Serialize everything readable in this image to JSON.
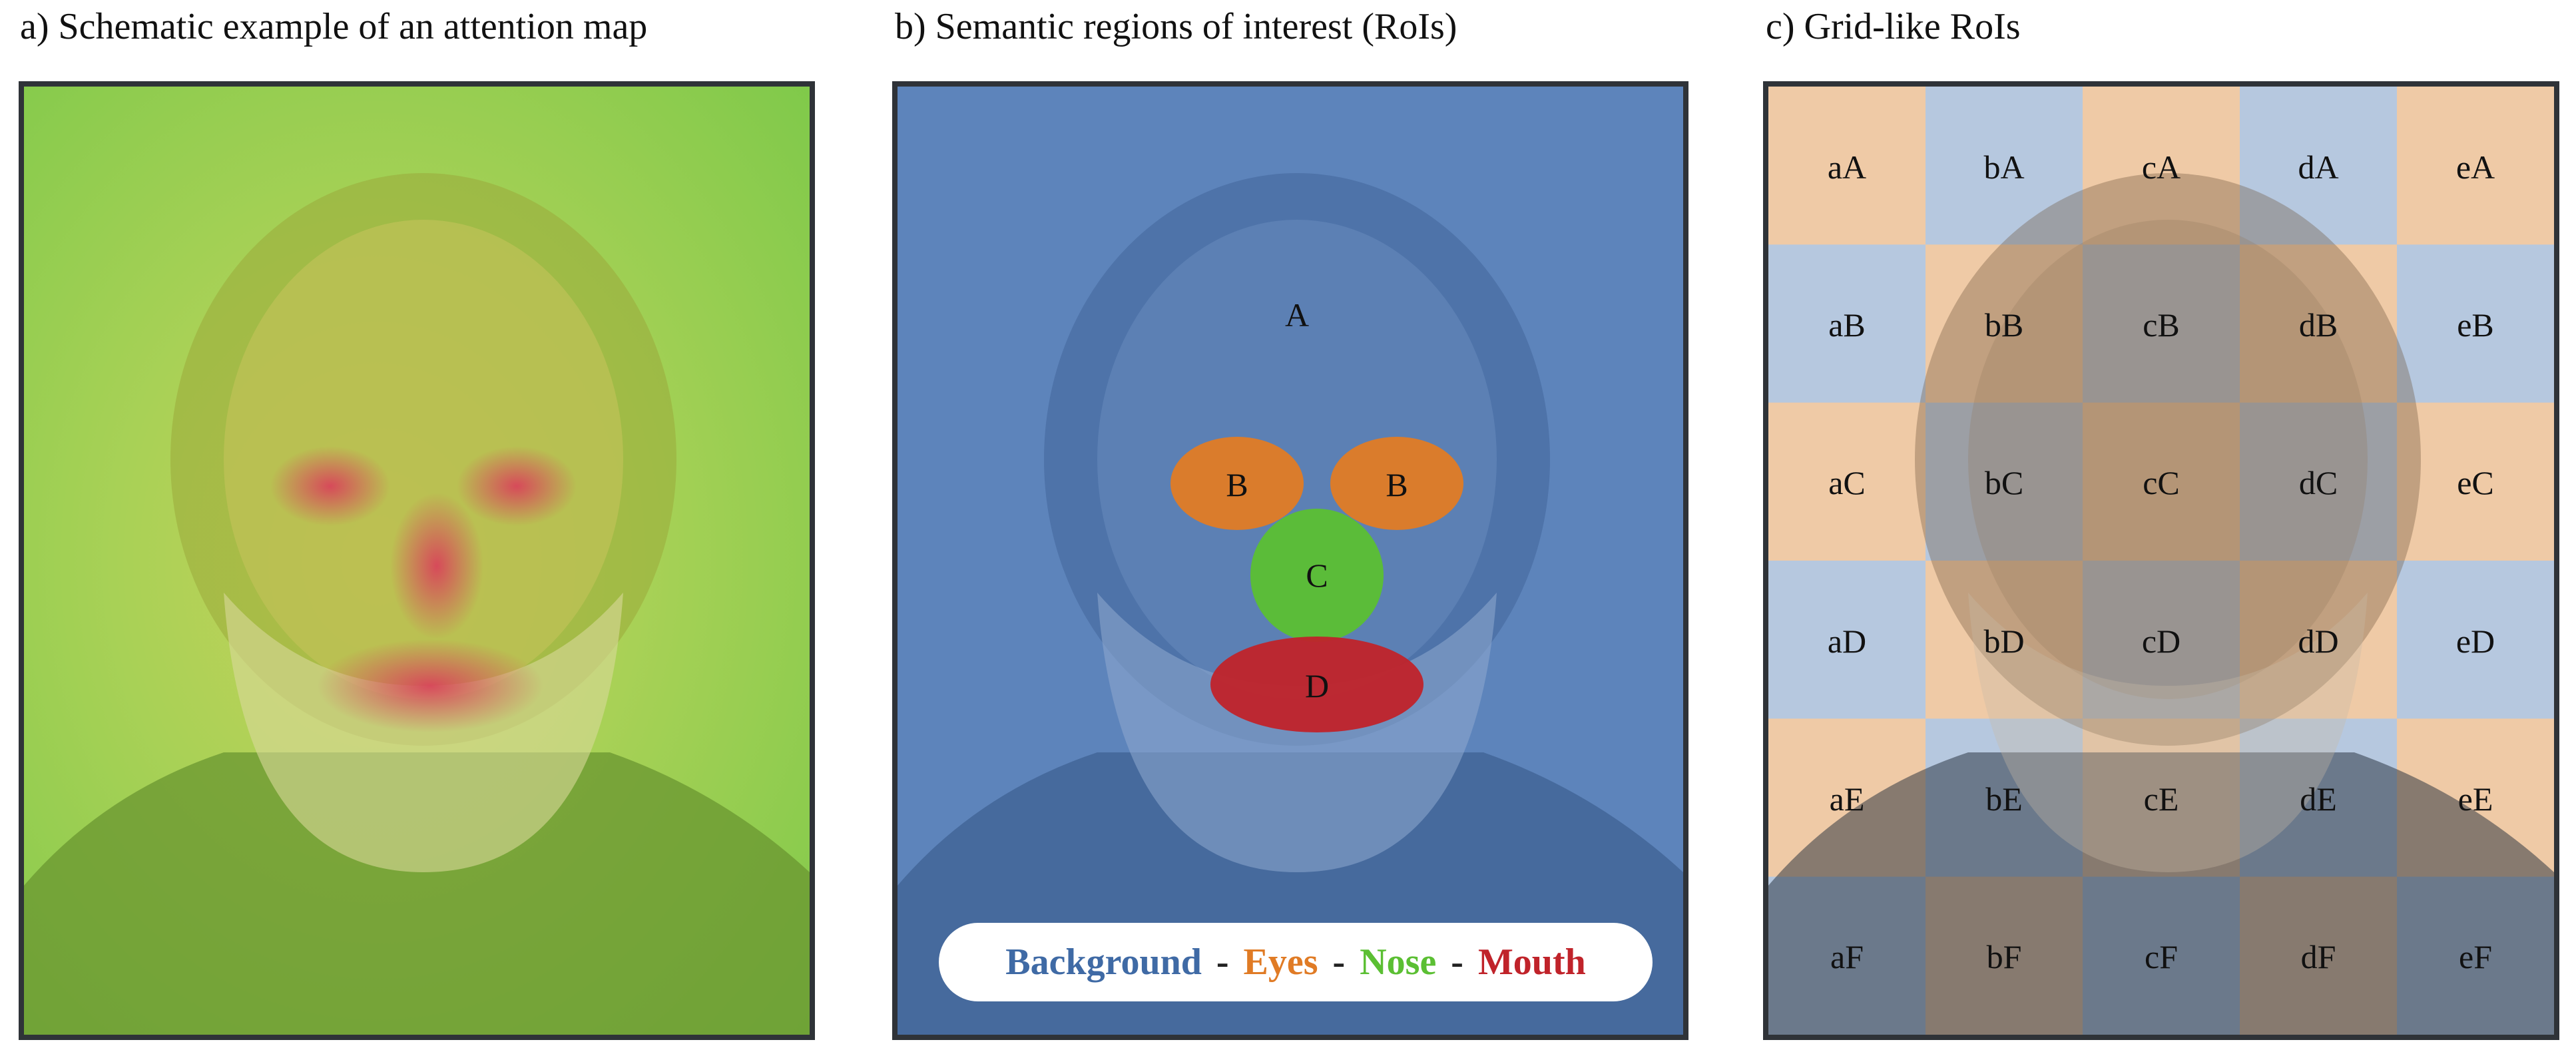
{
  "panels": {
    "a": {
      "title": "a) Schematic example of an attention map"
    },
    "b": {
      "title": "b) Semantic regions of interest (RoIs)",
      "regions": {
        "A": "A",
        "B": "B",
        "C": "C",
        "D": "D"
      },
      "legend": {
        "background": "Background",
        "eyes": "Eyes",
        "nose": "Nose",
        "mouth": "Mouth",
        "separator": "-"
      },
      "colors": {
        "background": "#4f78b3",
        "eyes": "#e07b25",
        "nose": "#5bbf33",
        "mouth": "#c0232a"
      }
    },
    "c": {
      "title": "c) Grid-like RoIs",
      "columns": [
        "a",
        "b",
        "c",
        "d",
        "e"
      ],
      "rows": [
        "A",
        "B",
        "C",
        "D",
        "E",
        "F"
      ],
      "labels": [
        [
          "aA",
          "bA",
          "cA",
          "dA",
          "eA"
        ],
        [
          "aB",
          "bB",
          "cB",
          "dB",
          "eB"
        ],
        [
          "aC",
          "bC",
          "cC",
          "dC",
          "eC"
        ],
        [
          "aD",
          "bD",
          "cD",
          "dD",
          "eD"
        ],
        [
          "aE",
          "bE",
          "cE",
          "dE",
          "eE"
        ],
        [
          "aF",
          "bF",
          "cF",
          "dF",
          "eF"
        ]
      ],
      "colors": {
        "peach": "#efcaa6",
        "blue": "#b6c8df"
      }
    }
  }
}
